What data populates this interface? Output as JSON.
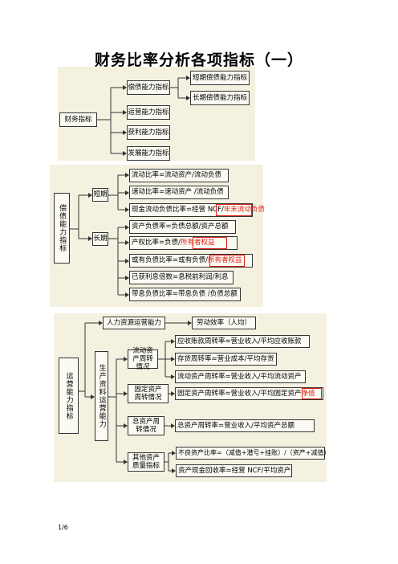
{
  "doc": {
    "title": "财务比率分析各项指标（一）",
    "page_number": "1/6"
  },
  "d1": {
    "root": "财务指标",
    "debt": "偿债能力指标",
    "short": "短期偿债能力指标",
    "long": "长期偿债能力指标",
    "operate": "运营能力指标",
    "profit": "获利能力指标",
    "develop": "发展能力指标"
  },
  "d2": {
    "root": "偿债能力指标",
    "short": "短期",
    "long": "长期",
    "s1": "流动比率=流动资产/流动负债",
    "s2": "速动比率=速动资产 /流动负债",
    "s3a": "现金流动负债比率=经营 NCF/",
    "s3b": "年末流动负债",
    "l1": "资产负债率=负债总额/资产总额",
    "l2a": "产权比率=负债/",
    "l2b": "所有者权益",
    "l3a": "或有负债比率=或有负债/",
    "l3b": "所有者权益",
    "l4": "已获利息倍数=息税前利润/利息",
    "l5": "带息负债比率=带息负债 /负债总额"
  },
  "d3": {
    "root": "运营能力指标",
    "hr": "人力资源运营能力",
    "labor": "劳动效率（人均）",
    "prod": "生产资料运营能力",
    "current": "流动资产周转情况",
    "c1": "应收账款周转率=营业收入/平均应收账款",
    "c2": "存货周转率=营业成本/平均存货",
    "c3": "流动资产周转率=营业收入/平均流动资产",
    "fixed": "固定资产周转情况",
    "f1a": "固定资产周转率=营业收入/平均固定资产",
    "f1b": "净值",
    "total": "总资产周转情况",
    "t1": "总资产周转率=营业收入/平均资产总额",
    "other": "其他资产质量指标",
    "o1": "不良资产比率=（减值+潜亏+挂账）/（资产+减值）",
    "o2": "资产现金回收率=经营 NCF/平均资产"
  }
}
